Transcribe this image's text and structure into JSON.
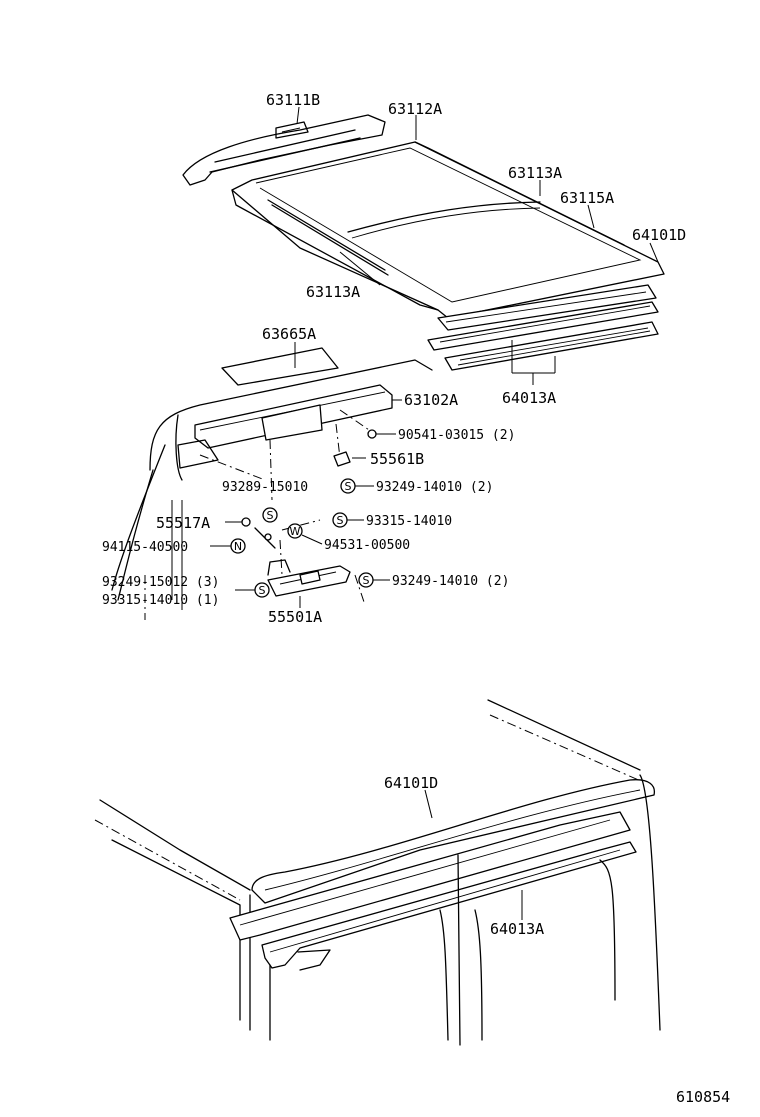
{
  "callouts": {
    "p63111B": "63111B",
    "p63112A": "63112A",
    "p63113A_top": "63113A",
    "p63115A": "63115A",
    "p64101D_top": "64101D",
    "p63113A_left": "63113A",
    "p63665A": "63665A",
    "p64013A_top": "64013A",
    "p63102A": "63102A",
    "p90541": "90541-03015 (2)",
    "p55561B": "55561B",
    "p93289": "93289-15010",
    "p93249_a": "93249-14010 (2)",
    "p55517A": "55517A",
    "p93315_a": "93315-14010",
    "p94115": "94115-40500",
    "p94531": "94531-00500",
    "p93249_15012": "93249-15012 (3)",
    "p93315_b": "93315-14010 (1)",
    "p93249_b": "93249-14010 (2)",
    "p55501A": "55501A",
    "p64101D_bottom": "64101D",
    "p64013A_bottom": "64013A"
  },
  "symbols": {
    "s": "S",
    "n": "N",
    "w": "W"
  },
  "figure_number": "610854"
}
